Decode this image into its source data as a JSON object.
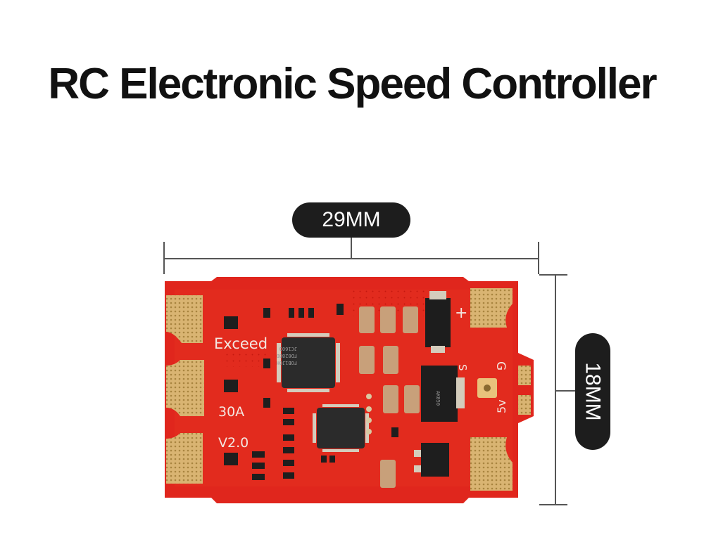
{
  "title": "RC Electronic Speed Controller",
  "dimensions": {
    "width_label": "29MM",
    "height_label": "18MM"
  },
  "board": {
    "brand": "Exceed",
    "current": "30A",
    "version": "V2.0",
    "pad_labels": {
      "plus": "+",
      "signal": "S",
      "ground": "G",
      "five_volt": "5v"
    },
    "chip_text": [
      "FOB1J0H",
      "FD8288D",
      "JC1603"
    ],
    "regulator_text": "AK050"
  },
  "colors": {
    "background": "#ffffff",
    "pill": "#1d1d1d",
    "pcb": "#e0261d",
    "pad": "#d4ae68"
  }
}
